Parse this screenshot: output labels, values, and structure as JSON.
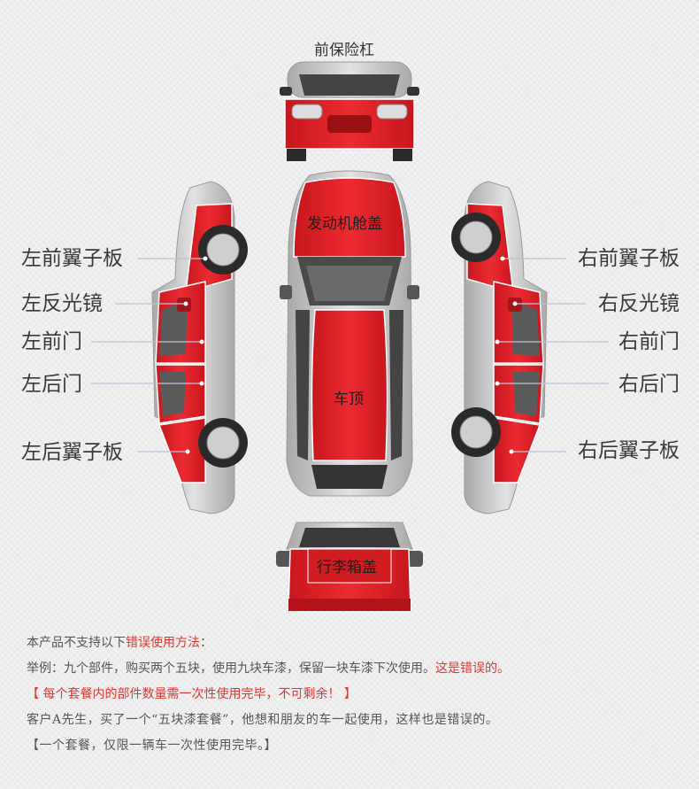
{
  "labels": {
    "front_bumper": "前保险杠",
    "hood": "发动机舱盖",
    "roof": "车顶",
    "trunk": "行李箱盖",
    "left_front_fender": "左前翼子板",
    "left_mirror": "左反光镜",
    "left_front_door": "左前门",
    "left_rear_door": "左后门",
    "left_rear_fender": "左后翼子板",
    "right_front_fender": "右前翼子板",
    "right_mirror": "右反光镜",
    "right_front_door": "右前门",
    "right_rear_door": "右后门",
    "right_rear_fender": "右后翼子板"
  },
  "notes": {
    "line1_a": "本产品不支持以下",
    "line1_b": "错误使用方法",
    "line1_c": "：",
    "line2_a": "举例：九个部件，购买两个五块，使用九块车漆，保留一块车漆下次使用。",
    "line2_b": "这是错误的。",
    "line3": "【 每个套餐内的部件数量需一次性使用完毕，不可剩余！ 】",
    "line4": "客户A先生，买了一个“五块漆套餐”，他想和朋友的车一起使用，这样也是错误的。",
    "line5": "【一个套餐，仅限一辆车一次性使用完毕。】"
  },
  "colors": {
    "highlight_red": "#e3242b",
    "body_silver": "#c9c9c9",
    "glass_dark": "#3a3a3a",
    "warning_red": "#e3342f"
  }
}
